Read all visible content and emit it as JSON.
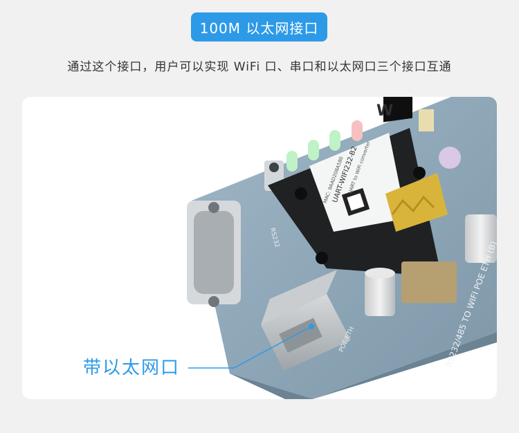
{
  "header": {
    "title": "100M 以太网接口"
  },
  "description": {
    "text": "通过这个接口，用户可以实现 WiFi 口、串口和以太网口三个接口互通"
  },
  "callout": {
    "label": "带以太网口"
  },
  "board": {
    "rs232_label": "RS232",
    "poe_label": "POE/ETH",
    "board_name": "RS232/485 TO WIFI POE ETH (B)",
    "module_name": "UART-WIFI232-B2",
    "module_subtitle": "UART to WiFi converter",
    "module_mac": "MAC: 9AAD208A580",
    "brand_mark": "W"
  },
  "colors": {
    "accent": "#2d9ae8",
    "board": "#8fa7b8",
    "background": "#f1f1f1"
  }
}
